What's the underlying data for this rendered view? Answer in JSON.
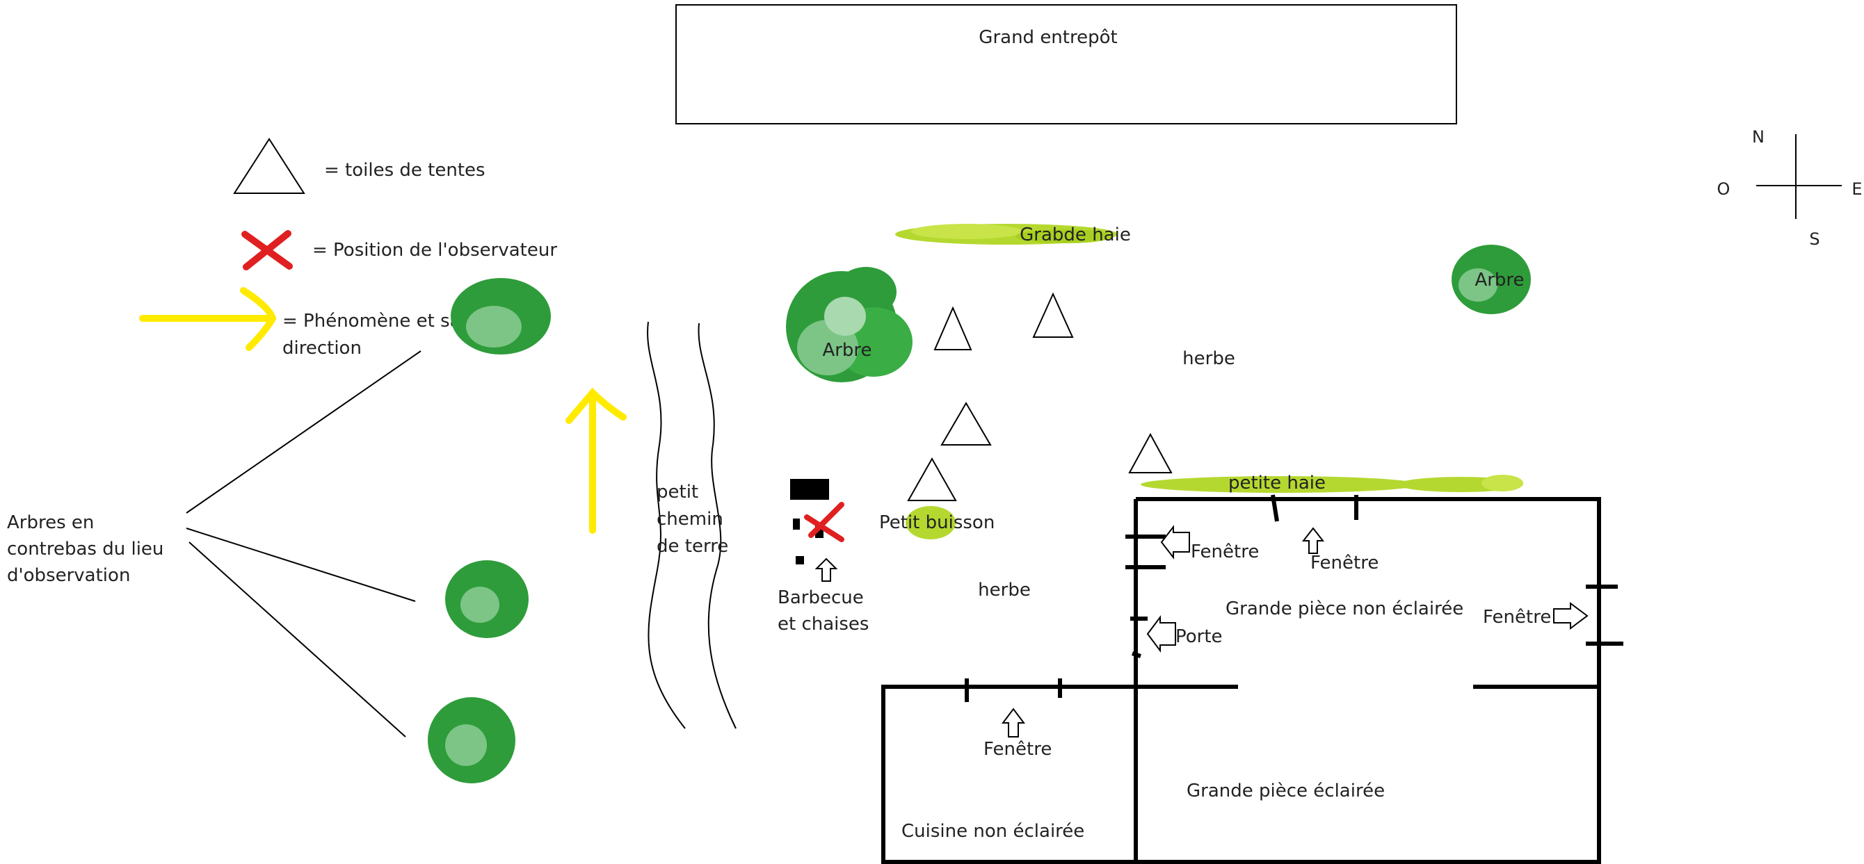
{
  "labels": {
    "warehouse": "Grand entrepôt",
    "legend_tents": "= toiles de tentes",
    "legend_observer": "= Position de l'observateur",
    "legend_phenomenon_1": "= Phénomène et sa",
    "legend_phenomenon_2": "direction",
    "big_hedge": "Grabde haie",
    "tree_left": "Arbre",
    "tree_right": "Arbre",
    "grass_top": "herbe",
    "grass_bottom": "herbe",
    "small_hedge": "petite haie",
    "small_bush": "Petit buisson",
    "path_1": "petit",
    "path_2": "chemin",
    "path_3": "de terre",
    "bbq_1": "Barbecue",
    "bbq_2": "et chaises",
    "trees_low_1": "Arbres en",
    "trees_low_2": "contrebas du lieu",
    "trees_low_3": "d'observation",
    "window_left": "Fenêtre",
    "window_top": "Fenêtre",
    "window_right": "Fenêtre",
    "door": "Porte",
    "room_dark": "Grande pièce non éclairée",
    "room_lit": "Grande pièce éclairée",
    "kitchen": "Cuisine non éclairée",
    "kitchen_window": "Fenêtre"
  },
  "compass": {
    "north": "N",
    "west": "O",
    "east": "E",
    "south": "S"
  },
  "colors": {
    "tree_green": "#2e9c3a",
    "hedge_green": "#b5d830",
    "phenomenon_yellow": "#ffea00",
    "observer_red": "#e02020"
  }
}
